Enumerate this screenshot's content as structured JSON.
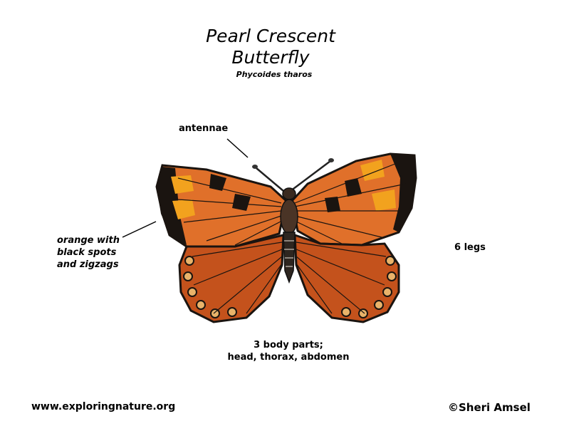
{
  "title": {
    "line1": "Pearl Crescent",
    "line2": "Butterfly",
    "scientific_name": "Phycoides tharos"
  },
  "labels": {
    "antennae": "antennae",
    "wing_pattern": [
      "orange with",
      "black spots",
      "and zigzags"
    ],
    "legs": "6 legs",
    "body_parts": [
      "3 body parts;",
      "head, thorax, abdomen"
    ]
  },
  "footer": {
    "website": "www.exploringnature.org",
    "credit": "©Sheri Amsel"
  },
  "colors": {
    "wing_orange": "#e0702a",
    "wing_dark_orange": "#c4521c",
    "band_yellow": "#f2a21e",
    "vein_black": "#1a1410",
    "hindwing_spot": "#e9b36a"
  }
}
